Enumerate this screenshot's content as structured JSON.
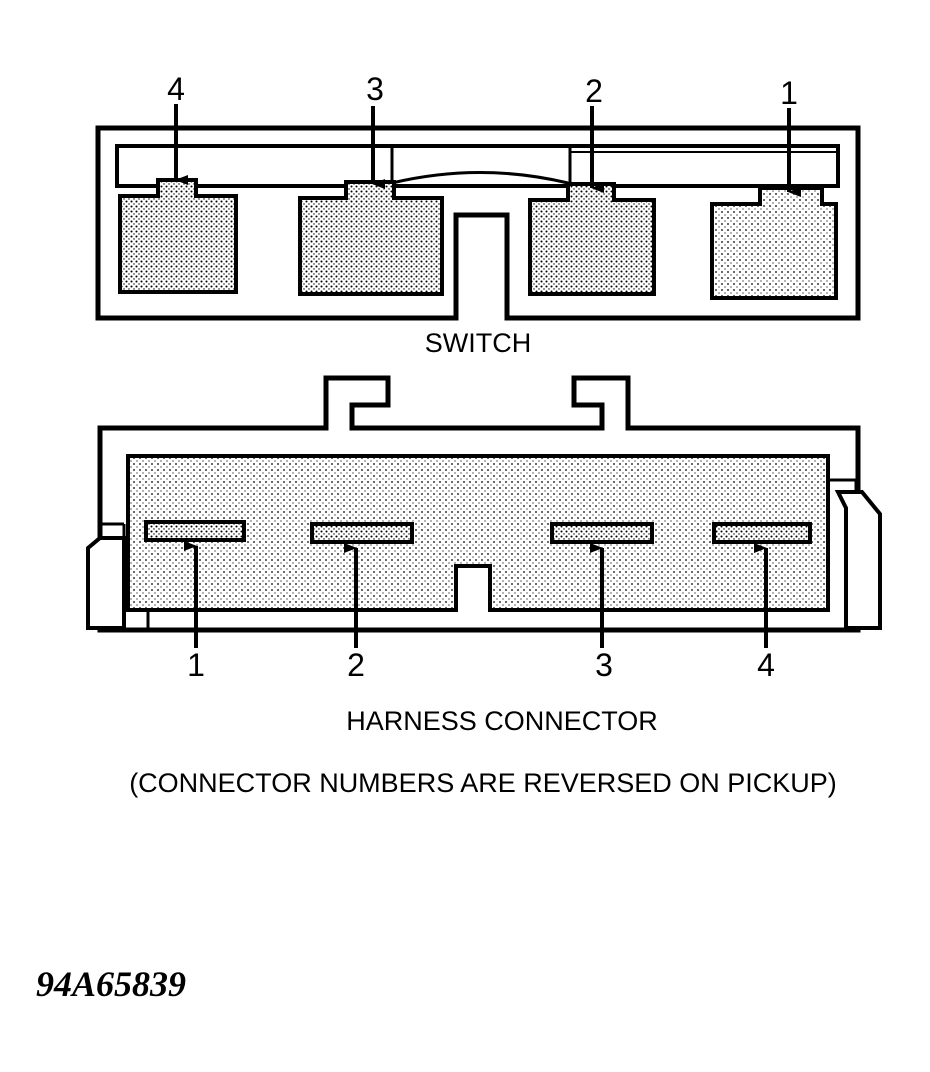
{
  "switch": {
    "pin_labels": [
      "4",
      "3",
      "2",
      "1"
    ],
    "label": "SWITCH"
  },
  "harness": {
    "pin_labels": [
      "1",
      "2",
      "3",
      "4"
    ],
    "label": "HARNESS CONNECTOR",
    "note": "(CONNECTOR NUMBERS ARE REVERSED ON PICKUP)"
  },
  "figure_id": "94A65839",
  "colors": {
    "ink": "#000000",
    "paper": "#ffffff"
  }
}
